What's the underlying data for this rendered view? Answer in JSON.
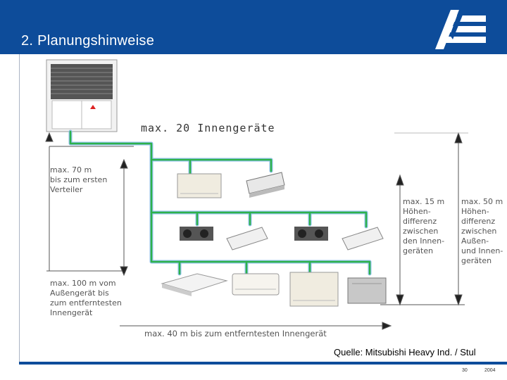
{
  "slide": {
    "title": "2. Planungshinweise",
    "source": "Quelle: Mitsubishi Heavy Ind. / Stul",
    "page_number": "30",
    "year": "2004"
  },
  "diagram": {
    "max_units": "max.  20 Innengeräte",
    "label_first_distributor": "max. 70 m\nbis zum ersten\nVerteiler",
    "label_farthest": "max. 100 m vom\nAußengerät bis\nzum entferntesten\nInnengerät",
    "label_indoor_height": "max. 15 m\nHöhen-\ndifferenz\nzwischen\nden Innen-\ngeräten",
    "label_outdoor_height": "max. 50 m\nHöhen-\ndifferenz\nzwischen\nAußen-\nund Innen-\ngeräten",
    "label_bottom": "max. 40 m bis zum entferntesten Innengerät"
  },
  "colors": {
    "header_blue": "#0d4c9a",
    "pipe_green": "#2db24a",
    "pipe_blue": "#8fc1e8"
  }
}
